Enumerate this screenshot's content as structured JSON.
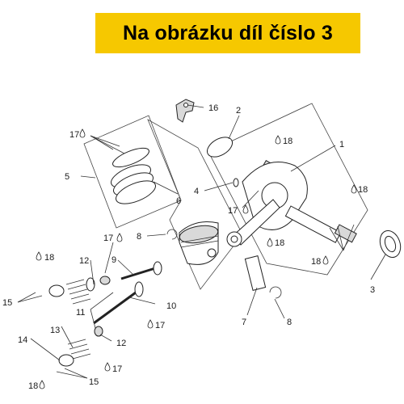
{
  "banner": {
    "text": "Na obrázku díl číslo 3",
    "color": "#f6c800"
  },
  "labels": {
    "l1": "1",
    "l2": "2",
    "l3": "3",
    "l4": "4",
    "l5": "5",
    "l6": "6",
    "l7": "7",
    "l8a": "8",
    "l8b": "8",
    "l9": "9",
    "l10": "10",
    "l11": "11",
    "l12a": "12",
    "l12b": "12",
    "l13": "13",
    "l14": "14",
    "l15a": "15",
    "l15b": "15",
    "l16": "16",
    "l17a": "17",
    "l17b": "17",
    "l17c": "17",
    "l17d": "17",
    "l17e": "17",
    "l18a": "18",
    "l18b": "18",
    "l18c": "18",
    "l18d": "18",
    "l18e": "18",
    "l18f": "18"
  },
  "icons": {
    "drop": "oil-drop-icon"
  }
}
